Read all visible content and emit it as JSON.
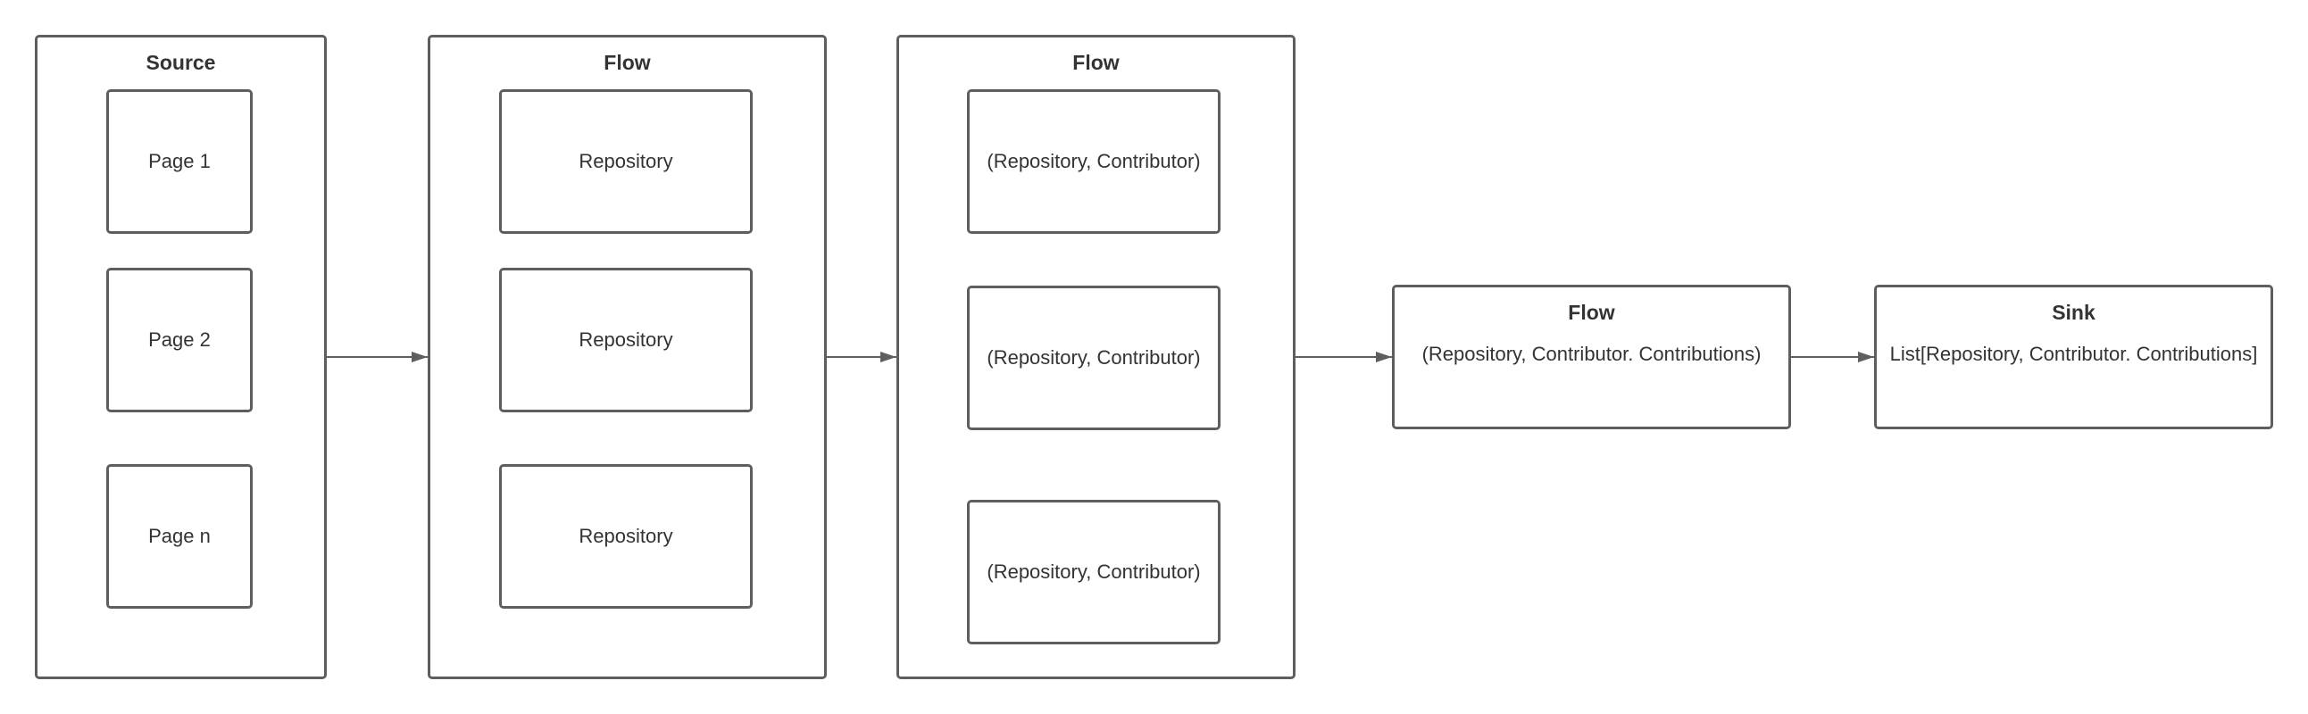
{
  "source": {
    "title": "Source",
    "pages": [
      "Page 1",
      "Page 2",
      "Page n"
    ]
  },
  "flow1": {
    "title": "Flow",
    "items": [
      "Repository",
      "Repository",
      "Repository"
    ]
  },
  "flow2": {
    "title": "Flow",
    "items": [
      "(Repository, Contributor)",
      "(Repository, Contributor)",
      "(Repository, Contributor)"
    ]
  },
  "flow3": {
    "title": "Flow",
    "text": "(Repository, Contributor. Contributions)"
  },
  "sink": {
    "title": "Sink",
    "text": "List[Repository, Contributor. Contributions]"
  },
  "colors": {
    "stroke": "#5e5e5e",
    "text": "#333333",
    "background": "#ffffff"
  }
}
